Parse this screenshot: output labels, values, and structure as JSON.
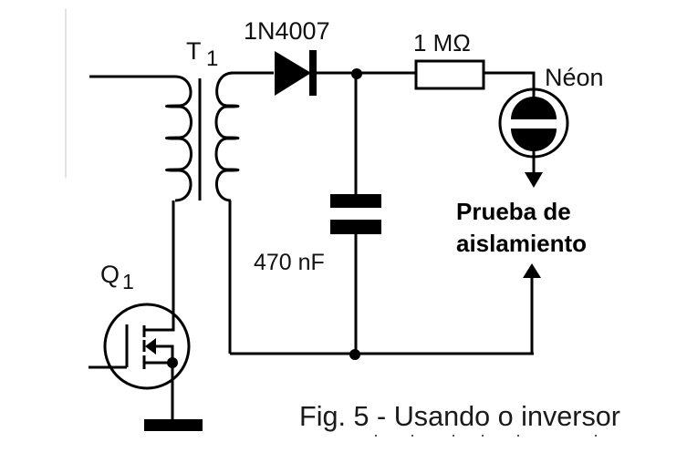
{
  "figure": {
    "title": "Fig. 5 - Usando o inversor",
    "caption_continuation_hidden": true
  },
  "components": {
    "transformer": {
      "ref": "T",
      "sub": "1"
    },
    "diode": {
      "part": "1N4007"
    },
    "resistor": {
      "value": "1 MΩ"
    },
    "neon": {
      "label": "Néon"
    },
    "capacitor": {
      "value": "470 nF"
    },
    "transistor": {
      "ref": "Q",
      "sub": "1",
      "type": "MOSFET"
    }
  },
  "annotation": {
    "line1": "Prueba de",
    "line2": "aislamiento"
  },
  "colors": {
    "ink": "#000000",
    "background": "#ffffff",
    "faint_margin_line": "#bdbdbd"
  }
}
